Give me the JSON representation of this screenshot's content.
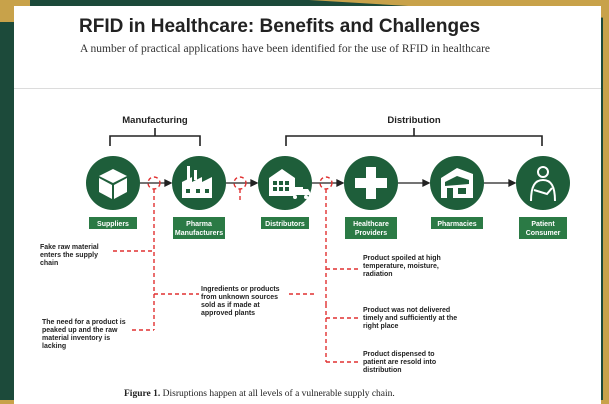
{
  "title": "RFID in Healthcare: Benefits and Challenges",
  "subtitle": "A number of practical applications have been identified for the use of RFID in healthcare",
  "figure": {
    "caption_label": "Figure 1.",
    "caption_text": "Disruptions happen at all levels of a vulnerable supply chain."
  },
  "sections": {
    "manufacturing": "Manufacturing",
    "distribution": "Distribution"
  },
  "nodes": [
    {
      "icon": "box-icon",
      "label": [
        "Suppliers"
      ]
    },
    {
      "icon": "factory-icon",
      "label": [
        "Pharma",
        "Manufacturers"
      ]
    },
    {
      "icon": "warehouse-truck-icon",
      "label": [
        "Distributors"
      ]
    },
    {
      "icon": "medical-cross-icon",
      "label": [
        "Healthcare",
        "Providers"
      ]
    },
    {
      "icon": "pharmacy-store-icon",
      "label": [
        "Pharmacies"
      ]
    },
    {
      "icon": "patient-icon",
      "label": [
        "Patient",
        "Consumer"
      ]
    }
  ],
  "disruptions": [
    {
      "lines": [
        "Fake raw material",
        "enters the supply",
        "chain"
      ]
    },
    {
      "lines": [
        "The need for a product is",
        "peaked up and the raw",
        "material inventory is",
        "lacking"
      ]
    },
    {
      "lines": [
        "Ingredients or products",
        "from unknown sources",
        "sold as if made at",
        "approved plants"
      ]
    },
    {
      "lines": [
        "Product spoiled at high",
        "temperature, moisture,",
        "radiation"
      ]
    },
    {
      "lines": [
        "Product  was not delivered",
        "timely and sufficiently at the",
        "right place"
      ]
    },
    {
      "lines": [
        "Product dispensed to",
        "patient are resold into",
        "distribution"
      ]
    }
  ],
  "colors": {
    "node_green": "#1e5e3a",
    "label_green": "#2b7a45",
    "disruption_red": "#e03030",
    "bracket": "#222222"
  }
}
